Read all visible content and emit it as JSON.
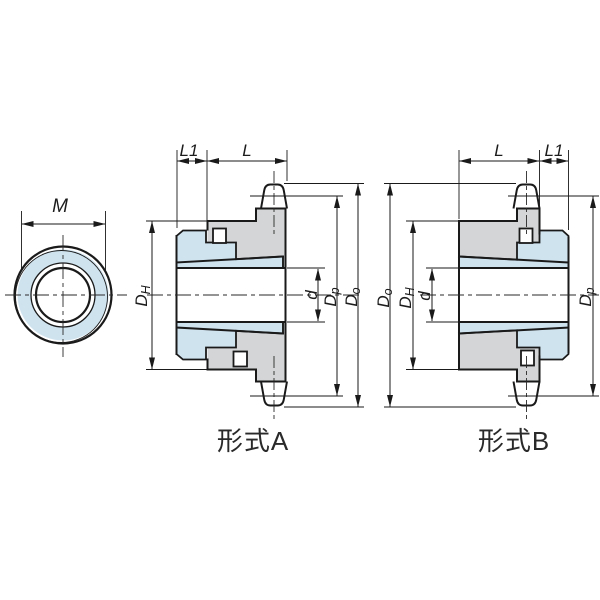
{
  "drawing": {
    "dimension_labels": {
      "M": "M",
      "L": "L",
      "L1": "L1",
      "d": "d",
      "D": "D",
      "sub_H": "H",
      "sub_p": "p",
      "sub_o": "o"
    },
    "captions": {
      "form_a": "形式A",
      "form_b": "形式B"
    },
    "colors": {
      "background": "#ffffff",
      "steel_gray": "#d3d5d7",
      "bushing_blue": "#cfe3ef",
      "line_color": "#1a1a1a"
    }
  }
}
